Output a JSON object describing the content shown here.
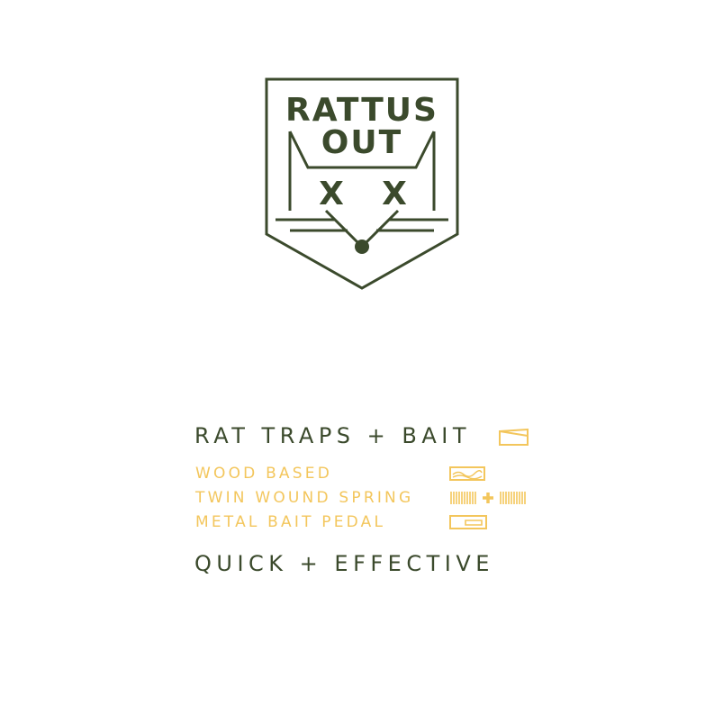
{
  "logo": {
    "line1": "RATTUS",
    "line2": "OUT",
    "eye_left": "X",
    "eye_right": "X",
    "icon": "rat-face-shield-icon"
  },
  "headline_top": "RAT TRAPS + BAIT",
  "headline_bottom": "QUICK + EFFECTIVE",
  "features": [
    {
      "label": "WOOD BASED",
      "icon": "wood-grain-icon"
    },
    {
      "label": "TWIN WOUND SPRING",
      "icon": "twin-spring-icon"
    },
    {
      "label": "METAL BAIT PEDAL",
      "icon": "bait-pedal-icon"
    }
  ],
  "colors": {
    "dark_green": "#3b4a2c",
    "mustard": "#f3c65c",
    "background": "#ffffff"
  }
}
